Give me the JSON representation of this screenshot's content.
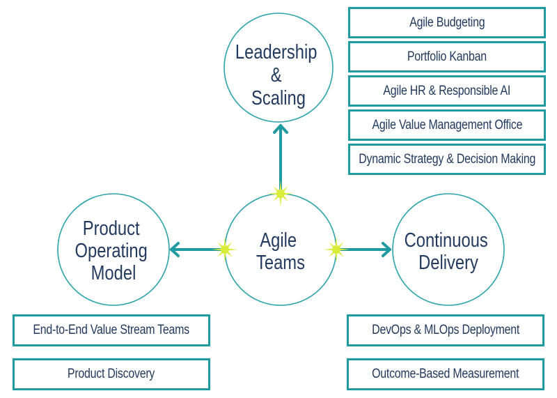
{
  "colors": {
    "accent": "#1f9aa0",
    "circle_stroke": "#2aa3ab",
    "text": "#223a5e",
    "spark": "#d9ec3a",
    "background": "#ffffff"
  },
  "nodes": {
    "center": {
      "lines": [
        "Agile",
        "Teams"
      ]
    },
    "top": {
      "lines": [
        "Leadership",
        "&",
        "Scaling"
      ]
    },
    "left": {
      "lines": [
        "Product",
        "Operating",
        "Model"
      ]
    },
    "right": {
      "lines": [
        "Continuous",
        "Delivery"
      ]
    }
  },
  "connectors": [
    {
      "from": "center",
      "to": "top",
      "icon": "spark-icon"
    },
    {
      "from": "center",
      "to": "left",
      "icon": "spark-icon"
    },
    {
      "from": "center",
      "to": "right",
      "icon": "spark-icon"
    }
  ],
  "lists": {
    "leadership": [
      "Agile Budgeting",
      "Portfolio Kanban",
      "Agile HR & Responsible AI",
      "Agile Value Management Office",
      "Dynamic Strategy & Decision Making"
    ],
    "product": [
      "End-to-End Value Stream Teams",
      "Product Discovery"
    ],
    "delivery": [
      "DevOps & MLOps Deployment",
      "Outcome-Based Measurement"
    ]
  }
}
